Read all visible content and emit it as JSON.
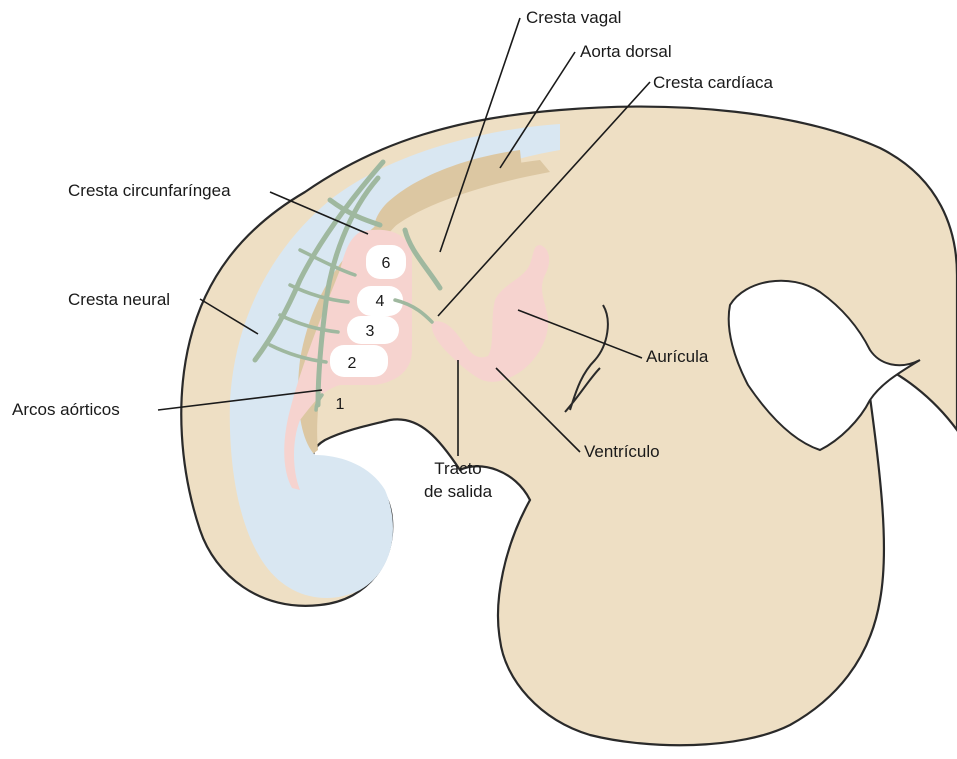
{
  "colors": {
    "embryo": "#eedfc4",
    "tissue_dark": "#dcc7a2",
    "neural_tube": "#d9e7f2",
    "cardiac": "#f6d3cf",
    "neural_crest": "#9fb89f",
    "outline": "#2a2a2a"
  },
  "labels": {
    "cresta_vagal": "Cresta vagal",
    "aorta_dorsal": "Aorta dorsal",
    "cresta_cardiaca": "Cresta cardíaca",
    "cresta_circunfaringea": "Cresta circunfaríngea",
    "cresta_neural": "Cresta neural",
    "arcos_aorticos": "Arcos aórticos",
    "auricula": "Aurícula",
    "ventriculo": "Ventrículo",
    "tracto_line1": "Tracto",
    "tracto_line2": "de salida"
  },
  "arch_numbers": {
    "a1": "1",
    "a2": "2",
    "a3": "3",
    "a4": "4",
    "a6": "6"
  }
}
